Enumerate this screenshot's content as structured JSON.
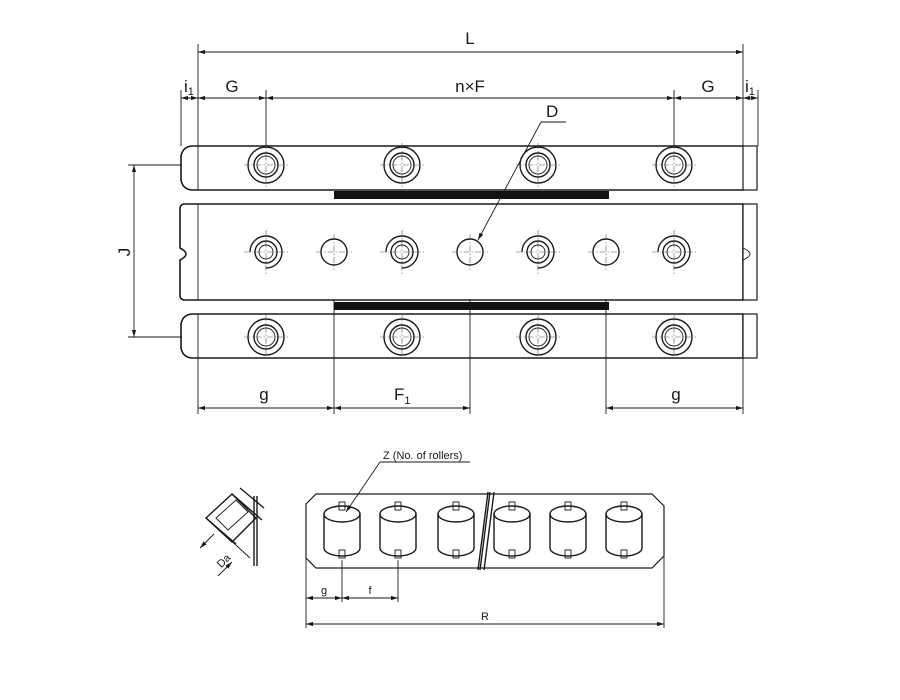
{
  "labels": {
    "L": "L",
    "nF": "n×F",
    "G": "G",
    "i": "i",
    "i_sub": "1",
    "D": "D",
    "J": "J",
    "g": "g",
    "F": "F",
    "F_sub": "1",
    "Z": "Z (No. of rollers)",
    "Da": "Da",
    "f": "f",
    "R": "R"
  },
  "colors": {
    "line": "#1a1a1a",
    "fill": "#111111",
    "background": "#ffffff"
  }
}
